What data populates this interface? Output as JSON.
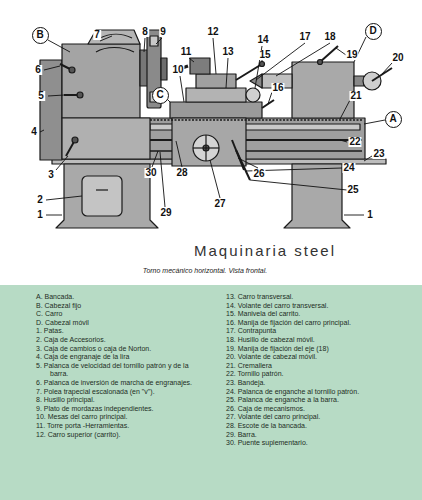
{
  "diagram": {
    "caption": "Torno mecánico horizontal. Vista frontal.",
    "nodes": [
      {
        "text": [
          "B"
        ]
      },
      {
        "text": [
          "D"
        ]
      },
      {
        "text": [
          "C"
        ]
      },
      {
        "text": [
          "A"
        ]
      },
      {
        "text": [
          "A. Bancada.",
          "B. Cabezal fijo",
          "C. Carro",
          "D. Cabezal móvil",
          "1. Patas.",
          "2. Caja de Accesorios.",
          "3. Caja de cambios o caja de Norton.",
          "4. Caja de engranaje de la lira",
          "5. Palanca de velocidad del tornillo patrón y de la barra.",
          "6. Palanca de inversión de marcha de engranajes.",
          "7. Polea trapecial escalonada (en \"v\").",
          "8. Husillo principal.",
          "9. Plato de mordazas independientes.",
          "10. Mesas del carro principal.",
          "11. Torre porta -Herramientas.",
          "12. Carro superior (carrito).",
          "13. Carro transversal.",
          "14. Volante del carro transversal.",
          "15. Manivela del carrito.",
          "16. Manija de fijación del carro principal.",
          "17. Contrapunta",
          "18. Husillo de cabezal móvil.",
          "19. Manija de fijación del eje (18)",
          "20. Volante de cabezal móvil.",
          "21. Cremallera",
          "22. Tornillo patrón.",
          "23. Bandeja.",
          "24. Palanca de enganche al tornillo patrón.",
          "25. Palanca de enganche a la barra.",
          "26. Caja de mecanismos.",
          "27. Volante del carro principal.",
          "28. Escote de la bancada.",
          "29. Barra.",
          "30. Puente suplementario."
        ]
      }
    ],
    "labels": [
      "7",
      "8",
      "9",
      "12",
      "14",
      "17",
      "18",
      "11",
      "13",
      "15",
      "19",
      "6",
      "20",
      "10",
      "16",
      "5",
      "21",
      "4",
      "22",
      "23",
      "3",
      "30",
      "28",
      "26",
      "24",
      "2",
      "25",
      "27",
      "1",
      "29",
      "1",
      "Maquinaria steel"
    ]
  }
}
